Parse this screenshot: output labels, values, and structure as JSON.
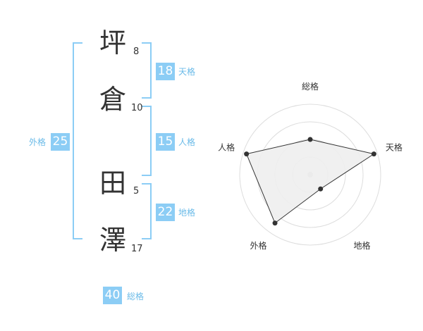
{
  "name": {
    "characters": [
      {
        "char": "坪",
        "strokes": "8"
      },
      {
        "char": "倉",
        "strokes": "10"
      },
      {
        "char": "田",
        "strokes": "5"
      },
      {
        "char": "澤",
        "strokes": "17"
      }
    ]
  },
  "fortunes": {
    "tenkaku": {
      "value": "18",
      "label": "天格"
    },
    "jinkaku": {
      "value": "15",
      "label": "人格"
    },
    "chikaku": {
      "value": "22",
      "label": "地格"
    },
    "gaikaku": {
      "value": "25",
      "label": "外格"
    },
    "soukaku": {
      "value": "40",
      "label": "総格"
    }
  },
  "chart_data": {
    "type": "radar",
    "axes": [
      "総格",
      "天格",
      "地格",
      "外格",
      "人格"
    ],
    "values": [
      0.5,
      0.95,
      0.25,
      0.85,
      0.95
    ],
    "range": [
      0,
      1
    ],
    "rings": 4,
    "line_color": "#333333",
    "fill_color": "#eeeeee"
  }
}
